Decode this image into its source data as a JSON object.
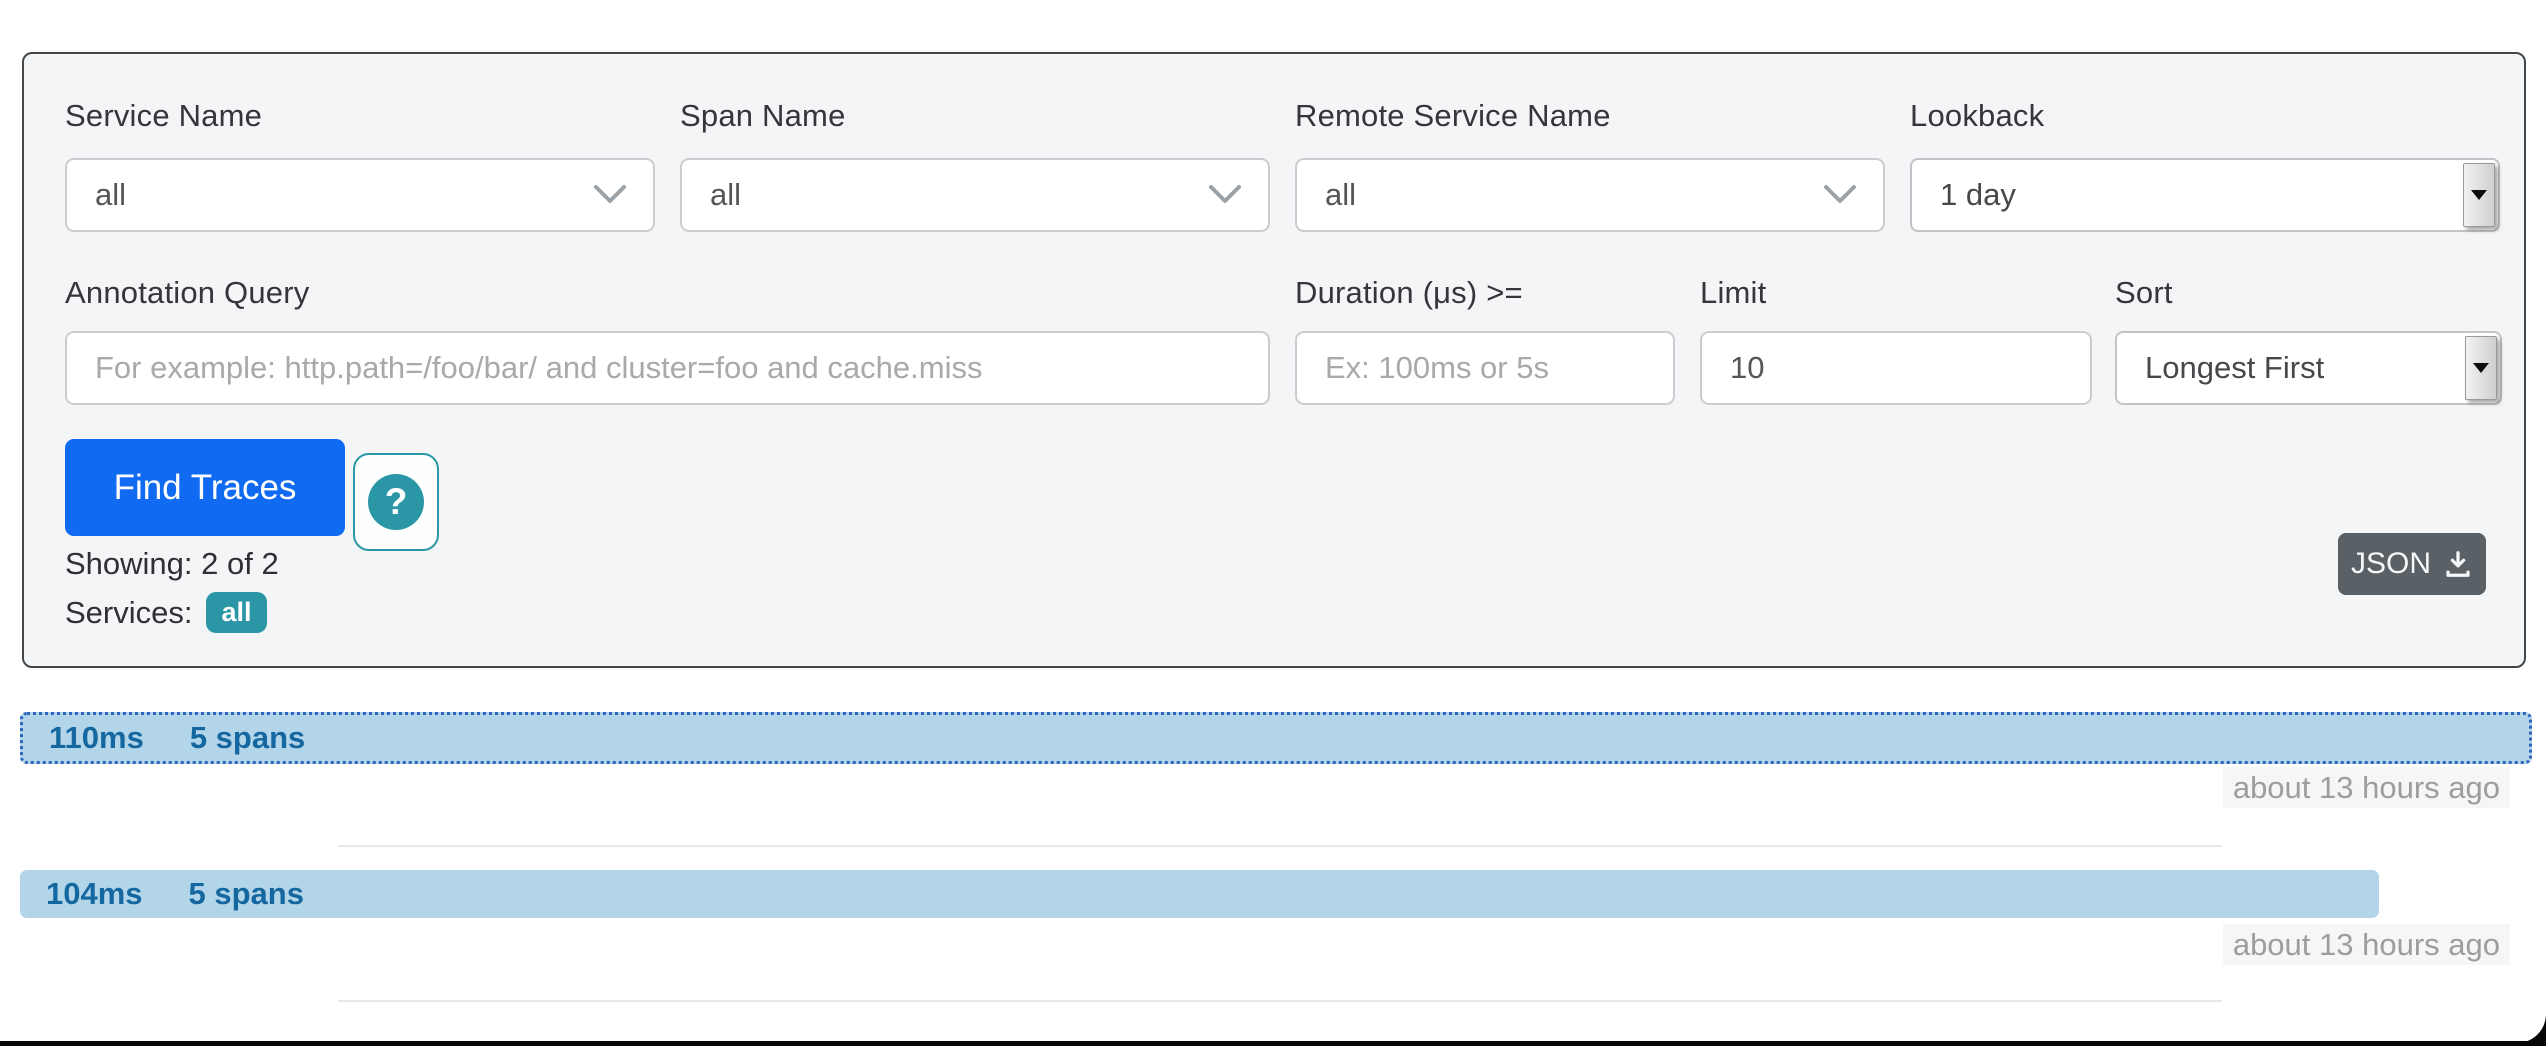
{
  "search_panel": {
    "fields": {
      "service_name": {
        "label": "Service Name",
        "value": "all"
      },
      "span_name": {
        "label": "Span Name",
        "value": "all"
      },
      "remote_service_name": {
        "label": "Remote Service Name",
        "value": "all"
      },
      "lookback": {
        "label": "Lookback",
        "value": "1 day"
      },
      "annotation_query": {
        "label": "Annotation Query",
        "placeholder": "For example: http.path=/foo/bar/ and cluster=foo and cache.miss"
      },
      "duration": {
        "label": "Duration (μs) >=",
        "placeholder": "Ex: 100ms or 5s"
      },
      "limit": {
        "label": "Limit",
        "value": "10"
      },
      "sort": {
        "label": "Sort",
        "value": "Longest First"
      }
    },
    "find_traces_label": "Find Traces",
    "help_label": "?",
    "showing_text": "Showing: 2 of 2",
    "services_label": "Services:",
    "services_badge": "all",
    "json_button_label": "JSON"
  },
  "traces": [
    {
      "duration": "110ms",
      "spans": "5 spans",
      "age": "about 13 hours ago",
      "width_pct": 100,
      "selected": true
    },
    {
      "duration": "104ms",
      "spans": "5 spans",
      "age": "about 13 hours ago",
      "width_pct": 93.9,
      "selected": false
    }
  ],
  "colors": {
    "find_button_blue": "#116bf2",
    "teal_accent": "#2b97a6",
    "trace_bar_fill": "#b3d5ea",
    "trace_text_blue": "#15679f",
    "selected_dotted_border": "#2d64bd",
    "panel_background": "#f4f5f6",
    "panel_border": "#42474c",
    "json_button_gray": "#596066",
    "age_text_gray": "#9c9d9e"
  }
}
